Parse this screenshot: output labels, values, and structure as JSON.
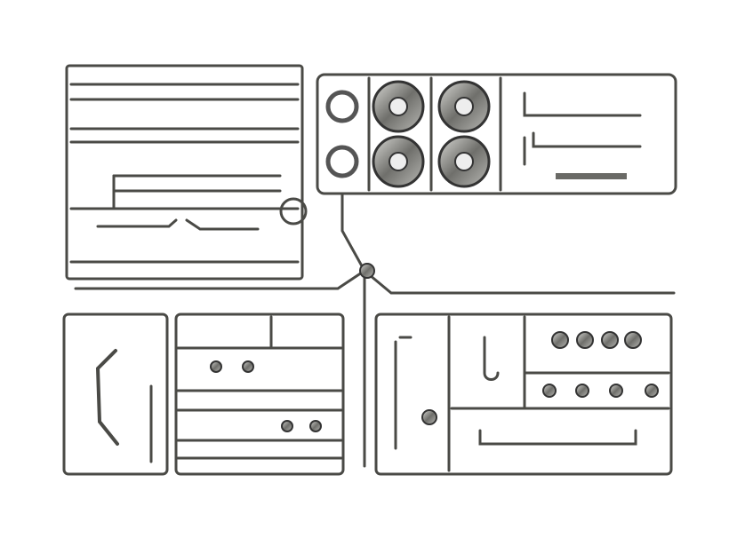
{
  "photo": {
    "subject": "chrome-parts-sprue",
    "colors": {
      "background": "#ffffff",
      "chrome_dark": "#3a3a38",
      "chrome_mid": "#8a8a86",
      "chrome_light": "#d8d8d4"
    },
    "wheel_count": 4,
    "ring_count": 2
  }
}
